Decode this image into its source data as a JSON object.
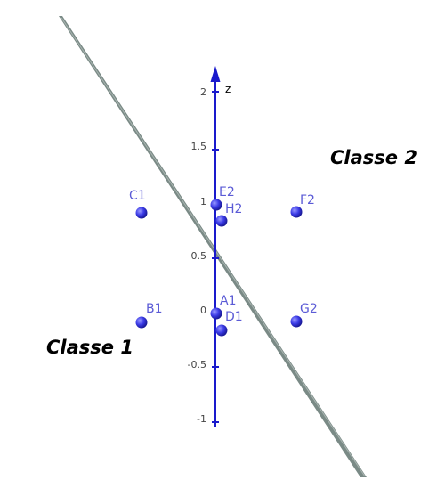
{
  "axis": {
    "label": "z",
    "ticks": [
      "2",
      "1.5",
      "1",
      "0.5",
      "0",
      "-0.5",
      "-1"
    ],
    "color": "#1a1acc"
  },
  "classes": {
    "class1": "Classe 1",
    "class2": "Classe 2"
  },
  "points": [
    {
      "name": "C1"
    },
    {
      "name": "E2"
    },
    {
      "name": "H2"
    },
    {
      "name": "F2"
    },
    {
      "name": "B1"
    },
    {
      "name": "A1"
    },
    {
      "name": "D1"
    },
    {
      "name": "G2"
    }
  ],
  "colors": {
    "point": "#3b3be6",
    "point_label": "#5b5bd6",
    "plane": "#7a8a86",
    "tick_text": "#444444"
  }
}
